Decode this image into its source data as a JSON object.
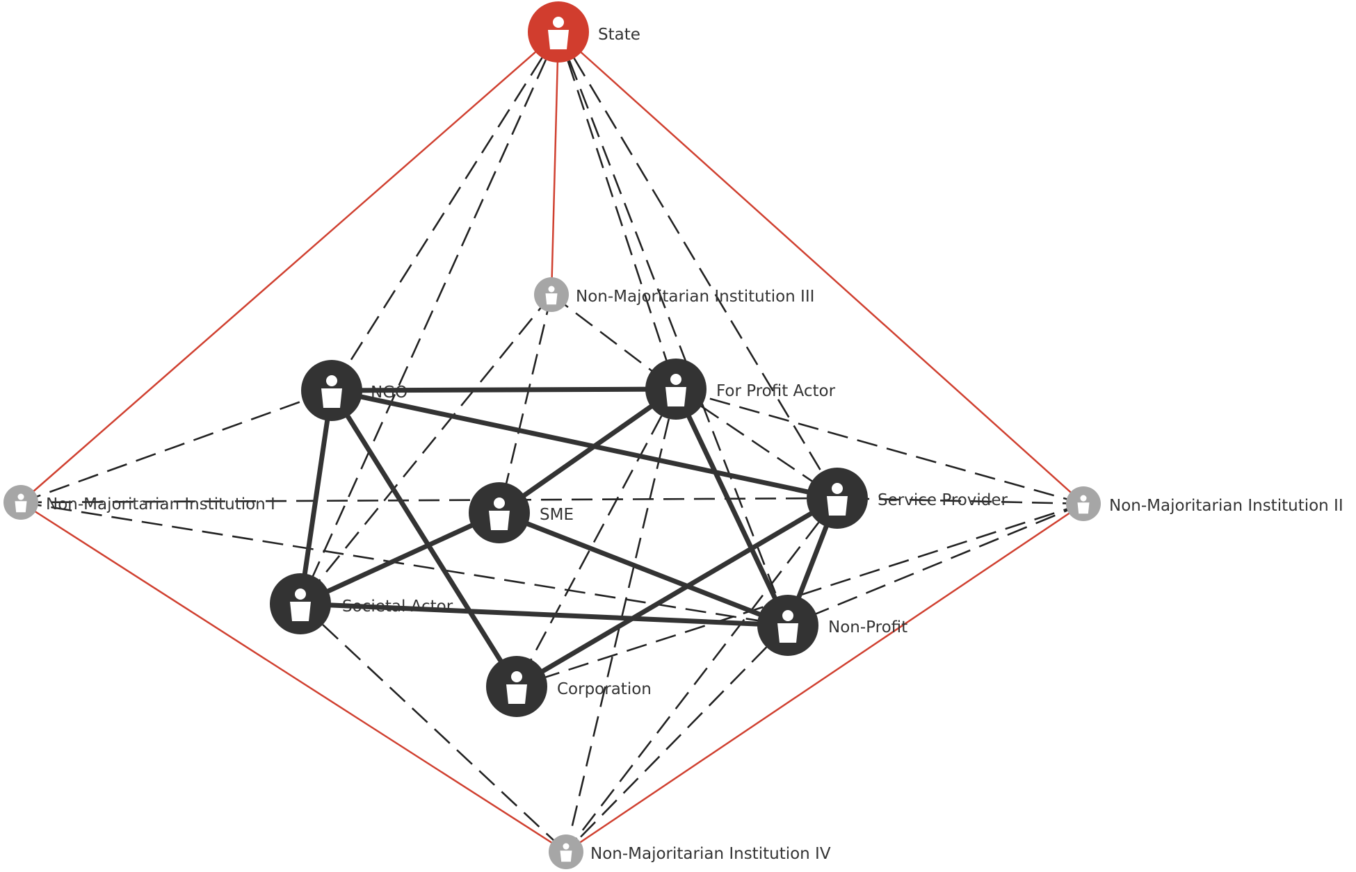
{
  "colors": {
    "state": "#d13d2e",
    "actor": "#333333",
    "institution": "#a6a6a6",
    "red_edge": "#d04030",
    "dashed_edge": "#222222",
    "strong_edge": "#333333",
    "label": "#333333"
  },
  "icons": {
    "node": "person-icon"
  },
  "nodes": [
    {
      "id": "state",
      "label": "State",
      "type": "state"
    },
    {
      "id": "nmi3",
      "label": "Non-Majoritarian Institution III",
      "type": "institution"
    },
    {
      "id": "ngo",
      "label": "NGO",
      "type": "actor"
    },
    {
      "id": "fpa",
      "label": "For Profit Actor",
      "type": "actor"
    },
    {
      "id": "nmi1",
      "label": "Non-Majoritarian Institution I",
      "type": "institution"
    },
    {
      "id": "sme",
      "label": "SME",
      "type": "actor"
    },
    {
      "id": "sp",
      "label": "Service Provider",
      "type": "actor"
    },
    {
      "id": "nmi2",
      "label": "Non-Majoritarian Institution II",
      "type": "institution"
    },
    {
      "id": "sa",
      "label": "Societal Actor",
      "type": "actor"
    },
    {
      "id": "np",
      "label": "Non-Profit",
      "type": "actor"
    },
    {
      "id": "corp",
      "label": "Corporation",
      "type": "actor"
    },
    {
      "id": "nmi4",
      "label": "Non-Majoritarian Institution IV",
      "type": "institution"
    }
  ],
  "edges": [
    {
      "from": "state",
      "to": "nmi1",
      "style": "red"
    },
    {
      "from": "state",
      "to": "nmi2",
      "style": "red"
    },
    {
      "from": "state",
      "to": "nmi3",
      "style": "red"
    },
    {
      "from": "nmi1",
      "to": "nmi4",
      "style": "red"
    },
    {
      "from": "nmi2",
      "to": "nmi4",
      "style": "red"
    },
    {
      "from": "state",
      "to": "ngo",
      "style": "dashed"
    },
    {
      "from": "state",
      "to": "sa",
      "style": "dashed"
    },
    {
      "from": "state",
      "to": "fpa",
      "style": "dashed"
    },
    {
      "from": "state",
      "to": "sp",
      "style": "dashed"
    },
    {
      "from": "state",
      "to": "np",
      "style": "dashed"
    },
    {
      "from": "nmi3",
      "to": "sa",
      "style": "dashed"
    },
    {
      "from": "nmi3",
      "to": "sme",
      "style": "dashed"
    },
    {
      "from": "nmi3",
      "to": "fpa",
      "style": "dashed"
    },
    {
      "from": "nmi1",
      "to": "ngo",
      "style": "dashed"
    },
    {
      "from": "nmi1",
      "to": "np",
      "style": "dashed"
    },
    {
      "from": "nmi1",
      "to": "sp",
      "style": "dashed"
    },
    {
      "from": "nmi2",
      "to": "fpa",
      "style": "dashed"
    },
    {
      "from": "nmi2",
      "to": "np",
      "style": "dashed"
    },
    {
      "from": "nmi2",
      "to": "sp",
      "style": "dashed"
    },
    {
      "from": "nmi2",
      "to": "corp",
      "style": "dashed"
    },
    {
      "from": "fpa",
      "to": "sp",
      "style": "dashed"
    },
    {
      "from": "fpa",
      "to": "nmi4",
      "style": "dashed"
    },
    {
      "from": "fpa",
      "to": "corp",
      "style": "dashed"
    },
    {
      "from": "sa",
      "to": "nmi4",
      "style": "dashed"
    },
    {
      "from": "np",
      "to": "nmi4",
      "style": "dashed"
    },
    {
      "from": "sp",
      "to": "nmi4",
      "style": "dashed"
    },
    {
      "from": "ngo",
      "to": "fpa",
      "style": "strong"
    },
    {
      "from": "ngo",
      "to": "sp",
      "style": "strong"
    },
    {
      "from": "ngo",
      "to": "sa",
      "style": "strong"
    },
    {
      "from": "ngo",
      "to": "corp",
      "style": "strong"
    },
    {
      "from": "fpa",
      "to": "sme",
      "style": "strong"
    },
    {
      "from": "fpa",
      "to": "np",
      "style": "strong"
    },
    {
      "from": "sme",
      "to": "sa",
      "style": "strong"
    },
    {
      "from": "sme",
      "to": "np",
      "style": "strong"
    },
    {
      "from": "sa",
      "to": "np",
      "style": "strong"
    },
    {
      "from": "sp",
      "to": "np",
      "style": "strong"
    },
    {
      "from": "sp",
      "to": "corp",
      "style": "strong"
    }
  ]
}
